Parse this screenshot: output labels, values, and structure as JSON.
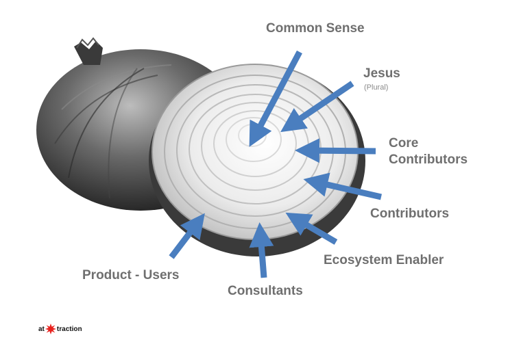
{
  "labels": {
    "common_sense": "Common Sense",
    "jesus": "Jesus",
    "jesus_sub": "(Plural)",
    "core_contributors_line1": "Core",
    "core_contributors_line2": "Contributors",
    "contributors": "Contributors",
    "ecosystem_enabler": "Ecosystem Enabler",
    "consultants": "Consultants",
    "product_users": "Product - Users"
  },
  "logo": {
    "left": "at",
    "right": "traction",
    "star_color": "#e8201c"
  },
  "colors": {
    "arrow": "#4a7ebf",
    "label": "#6f6f6f"
  }
}
